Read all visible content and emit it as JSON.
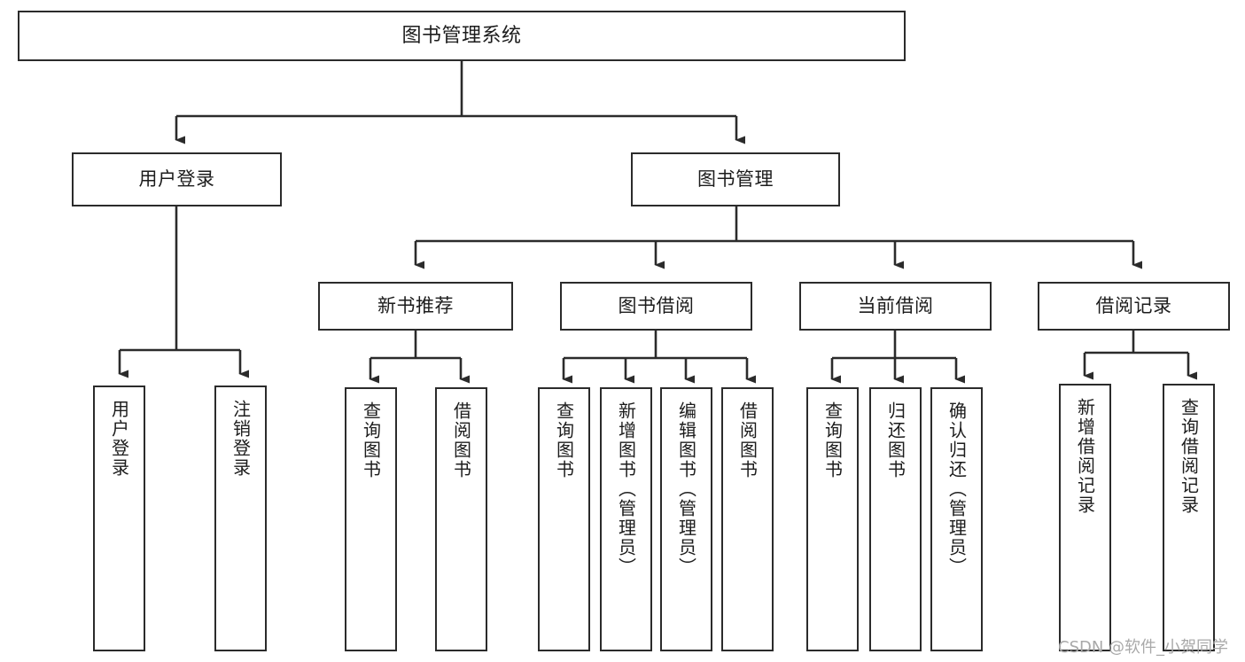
{
  "diagram": {
    "title": "图书管理系统",
    "type": "tree-hierarchy",
    "watermark": "CSDN @软件_小贺同学",
    "colors": {
      "stroke": "#2b2b2b",
      "fill": "#ffffff",
      "text": "#1c1c1c",
      "watermark": "#a9a9a9"
    },
    "nodes": {
      "root": {
        "label": "图书管理系统"
      },
      "level2": [
        {
          "label": "用户登录"
        },
        {
          "label": "图书管理"
        }
      ],
      "level3": [
        {
          "label": "新书推荐"
        },
        {
          "label": "图书借阅"
        },
        {
          "label": "当前借阅"
        },
        {
          "label": "借阅记录"
        }
      ],
      "leaves_user_login": [
        {
          "label": "用户登录"
        },
        {
          "label": "注销登录"
        }
      ],
      "leaves_new_book": [
        {
          "label": "查询图书"
        },
        {
          "label": "借阅图书"
        }
      ],
      "leaves_borrow": [
        {
          "label": "查询图书"
        },
        {
          "label": "新增图书（管理员）"
        },
        {
          "label": "编辑图书（管理员）"
        },
        {
          "label": "借阅图书"
        }
      ],
      "leaves_current": [
        {
          "label": "查询图书"
        },
        {
          "label": "归还图书"
        },
        {
          "label": "确认归还（管理员）"
        }
      ],
      "leaves_records": [
        {
          "label": "新增借阅记录"
        },
        {
          "label": "查询借阅记录"
        }
      ]
    }
  }
}
